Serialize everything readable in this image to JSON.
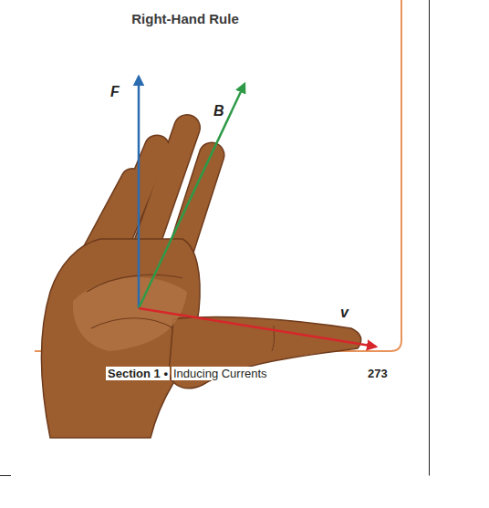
{
  "diagram": {
    "title": "Right-Hand Rule",
    "labels": [
      "F",
      "B",
      "v",
      "Section 1 •",
      "Inducing Currents",
      "273"
    ]
  }
}
